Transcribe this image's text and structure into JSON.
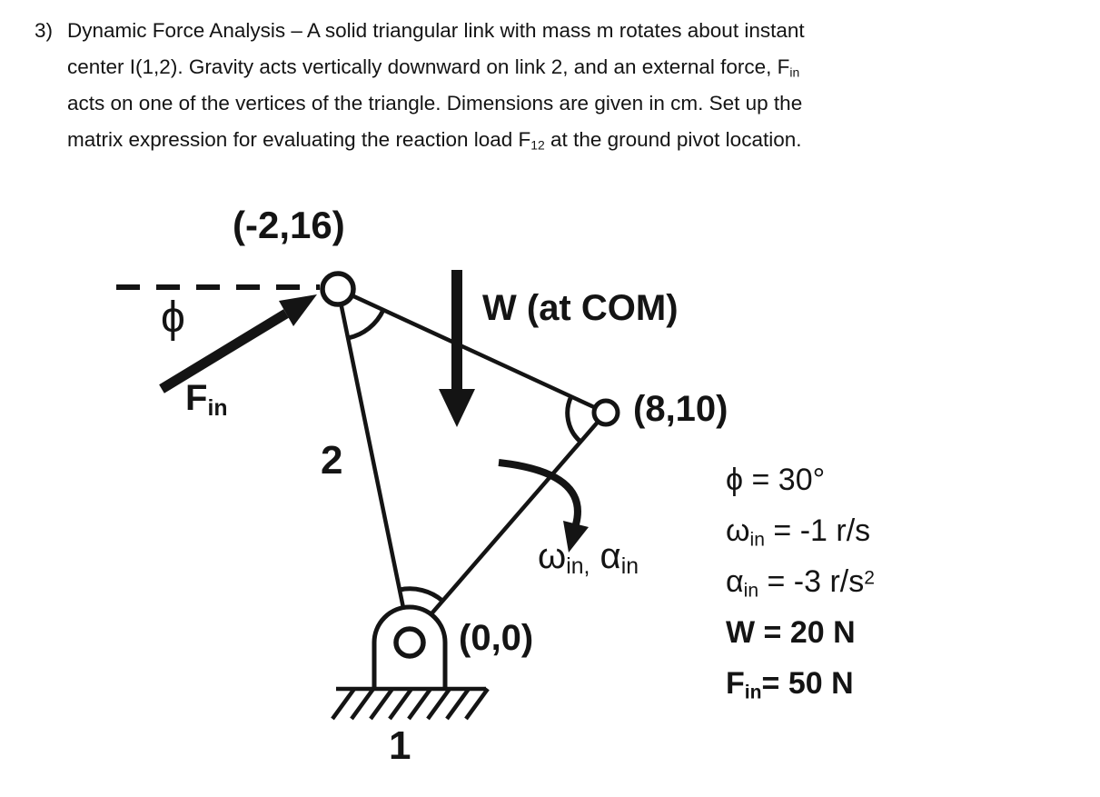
{
  "problem": {
    "number": "3)",
    "lines": [
      [
        {
          "t": "Dynamic Force Analysis – A solid triangular link with mass m rotates about instant"
        }
      ],
      [
        {
          "t": "center I(1,2). Gravity acts vertically downward on link 2, and an external force, F"
        },
        {
          "s": "in"
        }
      ],
      [
        {
          "t": "acts on one of the vertices of the triangle. Dimensions are given in cm. Set up the"
        }
      ],
      [
        {
          "t": "matrix expression for evaluating the reaction load F"
        },
        {
          "s": "12"
        },
        {
          "t": " at the ground pivot location."
        }
      ]
    ]
  },
  "diagram": {
    "top_vertex_label": "(-2,16)",
    "right_vertex_label": "(8,10)",
    "origin_label": "(0,0)",
    "weight_label": "W (at COM)",
    "link_number": "2",
    "ground_number": "1",
    "phi_symbol": "ϕ",
    "force_label": [
      {
        "t": "F"
      },
      {
        "s": "in"
      }
    ],
    "rotation_label": [
      {
        "t": "ω"
      },
      {
        "s": "in,"
      },
      {
        "t": " α"
      },
      {
        "s": "in"
      }
    ],
    "line_color": "#141414"
  },
  "given": {
    "items": [
      {
        "segs": [
          {
            "t": "ϕ = 30°"
          }
        ]
      },
      {
        "segs": [
          {
            "t": "ω"
          },
          {
            "s": "in"
          },
          {
            "t": " = -1 r/s"
          }
        ]
      },
      {
        "segs": [
          {
            "t": "α"
          },
          {
            "s": "in"
          },
          {
            "t": " = -3 r/s"
          },
          {
            "p": "2"
          }
        ]
      },
      {
        "cls": "bold",
        "segs": [
          {
            "t": "W = 20 N"
          }
        ]
      },
      {
        "cls": "bold",
        "segs": [
          {
            "t": "F"
          },
          {
            "s": "in"
          },
          {
            "t": "= 50 N"
          }
        ]
      }
    ]
  }
}
